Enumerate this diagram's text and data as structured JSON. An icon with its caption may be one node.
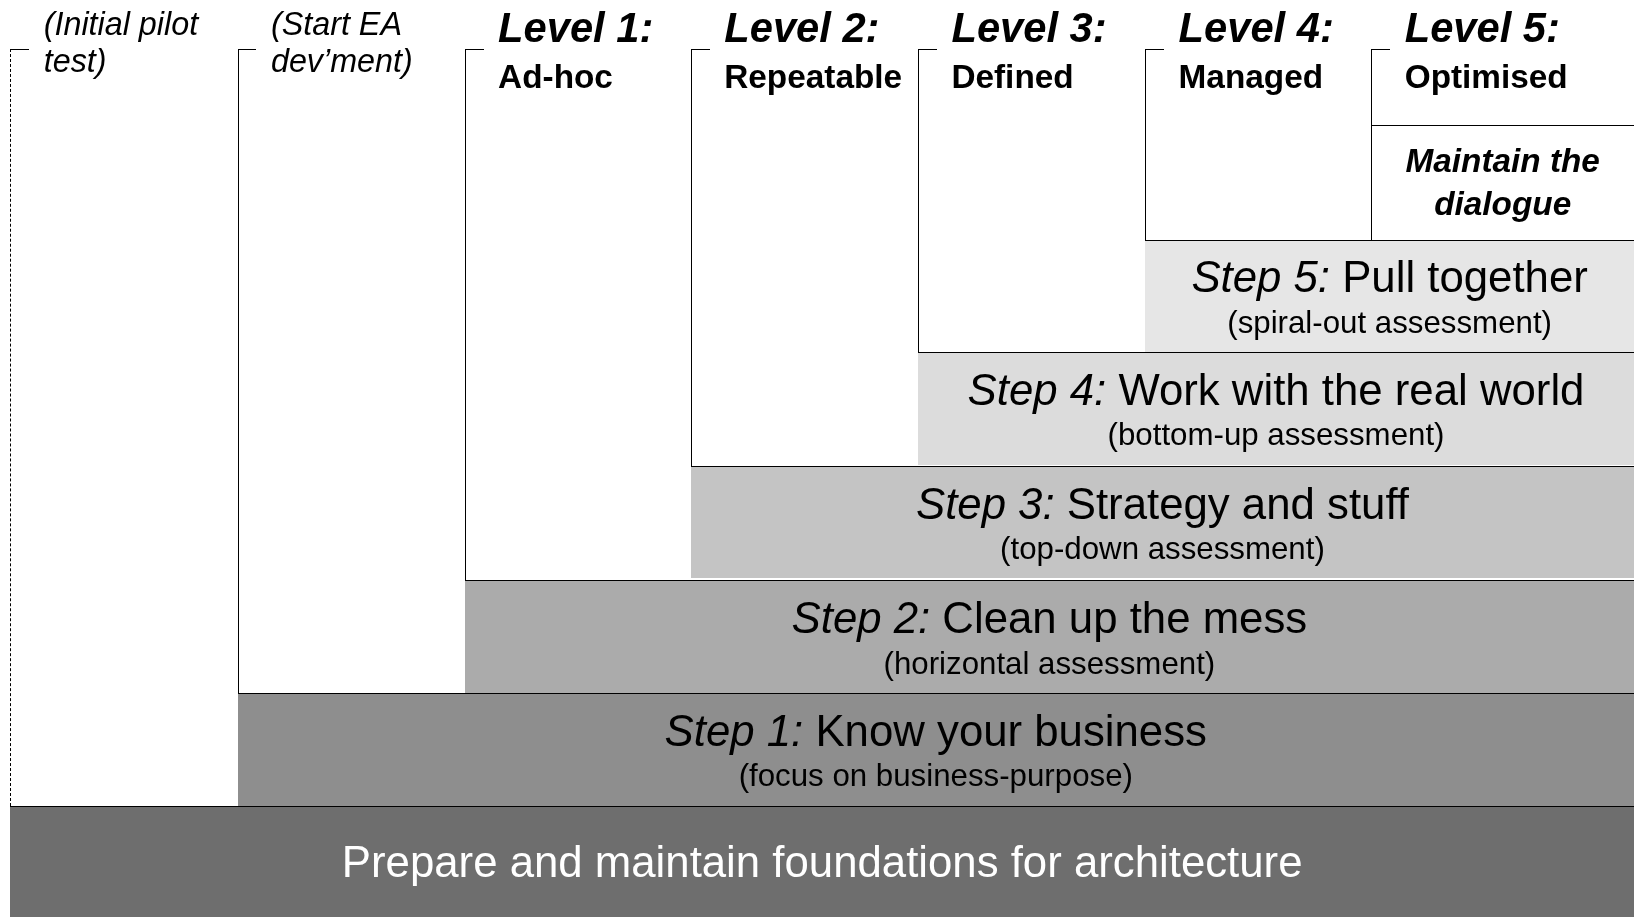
{
  "diagram": {
    "nodes": [
      {
        "text": [
          "(Initial pilot test)"
        ]
      },
      {
        "text": [
          "(Start EA dev’ment)"
        ]
      },
      {
        "text": [
          "Level 1:",
          "Ad-hoc"
        ]
      },
      {
        "text": [
          "Level 2:",
          "Repeatable"
        ]
      },
      {
        "text": [
          "Level 3:",
          "Defined"
        ]
      },
      {
        "text": [
          "Level 4:",
          "Managed"
        ]
      },
      {
        "text": [
          "Level 5:",
          "Optimised"
        ]
      },
      {
        "text": [
          "Maintain the dialogue"
        ],
        "in": 6
      },
      {
        "text": [
          "*Step 5:* Pull together",
          "(spiral-out assessment)"
        ]
      },
      {
        "text": [
          "*Step 4:* Work with the real world",
          "(bottom-up assessment)"
        ]
      },
      {
        "text": [
          "*Step 3:* Strategy and stuff",
          "(top-down assessment)"
        ]
      },
      {
        "text": [
          "*Step 2:* Clean up the mess",
          "(horizontal assessment)"
        ]
      },
      {
        "text": [
          "*Step 1:* Know your business",
          "(focus on business-purpose)"
        ]
      },
      {
        "text": [
          "Prepare and maintain foundations for architecture"
        ]
      }
    ]
  }
}
